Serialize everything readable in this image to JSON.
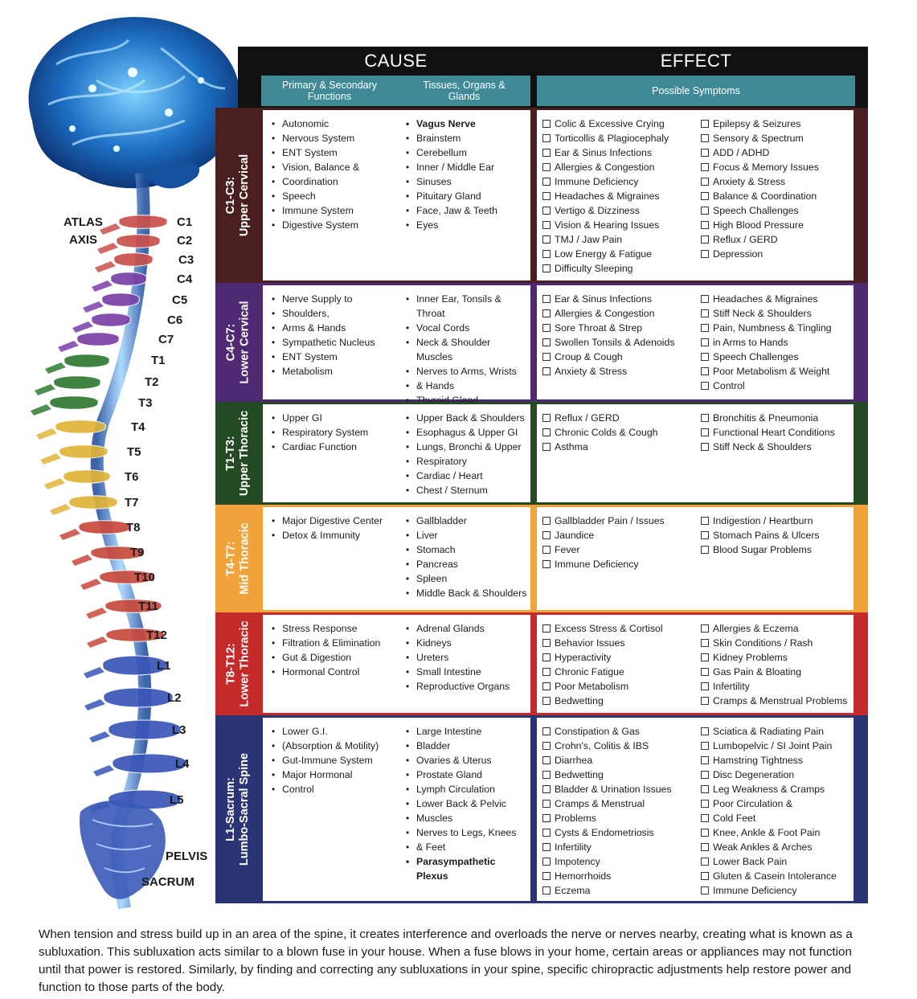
{
  "header": {
    "cause": "CAUSE",
    "effect": "EFFECT",
    "col_functions": "Primary & Secondary Functions",
    "col_tissues": "Tissues, Organs & Glands",
    "col_symptoms": "Possible Symptoms"
  },
  "spine_labels": {
    "left": [
      "ATLAS",
      "AXIS"
    ],
    "right": [
      "C1",
      "C2",
      "C3",
      "C4",
      "C5",
      "C6",
      "C7",
      "T1",
      "T2",
      "T3",
      "T4",
      "T5",
      "T6",
      "T7",
      "T8",
      "T9",
      "T10",
      "T11",
      "T12",
      "L1",
      "L2",
      "L3",
      "L4",
      "L5"
    ],
    "bottom": [
      "PELVIS",
      "SACRUM"
    ]
  },
  "colors": {
    "header_black": "#111111",
    "subheader_teal": "#3f8a96",
    "upper_cervical": "#4a1f1f",
    "lower_cervical": "#4f2a72",
    "upper_thoracic": "#234a22",
    "mid_thoracic": "#f0a33a",
    "lower_thoracic": "#c42a2a",
    "lumbo_sacral": "#2b3576"
  },
  "regions": [
    {
      "name": "C1-C3:",
      "name2": "Upper Cervical",
      "functions": [
        "Autonomic",
        "Nervous System",
        "ENT System",
        "Vision, Balance &",
        "Coordination",
        "Speech",
        "Immune System",
        "Digestive System"
      ],
      "tissues": [
        "Vagus Nerve",
        "Brainstem",
        "Cerebellum",
        "Inner / Middle Ear",
        "Sinuses",
        "Pituitary Gland",
        "Face, Jaw & Teeth",
        "Eyes"
      ],
      "symptoms_left": [
        "Colic & Excessive Crying",
        "Torticollis & Plagiocephaly",
        "Ear & Sinus Infections",
        "Allergies & Congestion",
        "Immune Deficiency",
        "Headaches & Migraines",
        "Vertigo & Dizziness",
        "Vision & Hearing Issues",
        "TMJ / Jaw Pain",
        "Low Energy & Fatigue",
        "Difficulty Sleeping"
      ],
      "symptoms_right": [
        "Epilepsy & Seizures",
        "Sensory & Spectrum",
        "ADD / ADHD",
        "Focus & Memory Issues",
        "Anxiety & Stress",
        "Balance & Coordination",
        "Speech Challenges",
        "High Blood Pressure",
        "Reflux / GERD",
        "Depression"
      ]
    },
    {
      "name": "C4-C7:",
      "name2": "Lower Cervical",
      "functions": [
        "Nerve Supply to",
        "Shoulders,",
        "Arms & Hands",
        "Sympathetic Nucleus",
        "ENT System",
        "Metabolism"
      ],
      "tissues": [
        "Inner Ear, Tonsils & Throat",
        "Vocal Cords",
        "Neck & Shoulder Muscles",
        "Nerves to Arms, Wrists",
        "& Hands",
        "Thyroid Gland"
      ],
      "symptoms_left": [
        "Ear & Sinus Infections",
        "Allergies & Congestion",
        "Sore Throat & Strep",
        "Swollen Tonsils & Adenoids",
        "Croup & Cough",
        "Anxiety & Stress"
      ],
      "symptoms_right": [
        "Headaches & Migraines",
        "Stiff Neck & Shoulders",
        "Pain, Numbness & Tingling",
        "in Arms to Hands",
        "Speech Challenges",
        "Poor Metabolism & Weight",
        "Control"
      ]
    },
    {
      "name": "T1-T3:",
      "name2": "Upper Thoracic",
      "functions": [
        "Upper GI",
        "Respiratory System",
        "Cardiac Function"
      ],
      "tissues": [
        "Upper Back & Shoulders",
        "Esophagus & Upper GI",
        "Lungs, Bronchi & Upper",
        "Respiratory",
        "Cardiac / Heart",
        "Chest / Sternum"
      ],
      "symptoms_left": [
        "Reflux / GERD",
        "Chronic Colds & Cough",
        "Asthma"
      ],
      "symptoms_right": [
        "Bronchitis & Pneumonia",
        "Functional Heart Conditions",
        "Stiff Neck & Shoulders"
      ]
    },
    {
      "name": "T4-T7:",
      "name2": "Mid Thoracic",
      "functions": [
        "Major Digestive Center",
        "Detox & Immunity"
      ],
      "tissues": [
        "Gallbladder",
        "Liver",
        "Stomach",
        "Pancreas",
        "Spleen",
        "Middle Back & Shoulders"
      ],
      "symptoms_left": [
        "Gallbladder Pain / Issues",
        "Jaundice",
        "Fever",
        "Immune Deficiency"
      ],
      "symptoms_right": [
        "Indigestion / Heartburn",
        "Stomach Pains & Ulcers",
        "Blood Sugar Problems"
      ]
    },
    {
      "name": "T8-T12:",
      "name2": "Lower Thoracic",
      "functions": [
        "Stress Response",
        "Filtration & Elimination",
        "Gut & Digestion",
        "Hormonal Control"
      ],
      "tissues": [
        "Adrenal Glands",
        "Kidneys",
        "Ureters",
        "Small Intestine",
        "Reproductive Organs"
      ],
      "symptoms_left": [
        "Excess Stress & Cortisol",
        "Behavior Issues",
        "Hyperactivity",
        "Chronic Fatigue",
        "Poor Metabolism",
        "Bedwetting"
      ],
      "symptoms_right": [
        "Allergies & Eczema",
        "Skin Conditions / Rash",
        "Kidney Problems",
        "Gas Pain & Bloating",
        "Infertility",
        "Cramps & Menstrual Problems"
      ]
    },
    {
      "name": "L1-Sacrum:",
      "name2": "Lumbo-Sacral Spine",
      "functions": [
        "Lower G.I.",
        "(Absorption & Motility)",
        "Gut-Immune System",
        "Major Hormonal",
        "Control"
      ],
      "tissues": [
        "Large Intestine",
        "Bladder",
        "Ovaries & Uterus",
        "Prostate Gland",
        "Lymph Circulation",
        "Lower Back & Pelvic",
        "Muscles",
        "Nerves to Legs, Knees",
        "& Feet",
        "Parasympathetic Plexus"
      ],
      "symptoms_left": [
        "Constipation & Gas",
        "Crohn's, Colitis & IBS",
        "Diarrhea",
        "Bedwetting",
        "Bladder & Urination Issues",
        "Cramps & Menstrual",
        "Problems",
        "Cysts & Endometriosis",
        "Infertility",
        "Impotency",
        "Hemorrhoids",
        "Eczema"
      ],
      "symptoms_right": [
        "Sciatica & Radiating Pain",
        "Lumbopelvic / SI Joint Pain",
        "Hamstring Tightness",
        "Disc Degeneration",
        "Leg Weakness & Cramps",
        "Poor Circulation &",
        "Cold Feet",
        "Knee, Ankle & Foot Pain",
        "Weak Ankles & Arches",
        "Lower Back Pain",
        "Gluten & Casein Intolerance",
        "Immune Deficiency"
      ]
    }
  ],
  "footer": "When tension and stress build up in an area of the spine, it creates interference and overloads the nerve or nerves nearby, creating what is known as a subluxation. This subluxation acts similar to a blown fuse in your house. When a fuse blows in your home, certain areas or appliances may not function until that power is restored. Similarly, by finding and correcting any subluxations in your spine, specific chiropractic adjustments help restore power and function to those parts of the body."
}
